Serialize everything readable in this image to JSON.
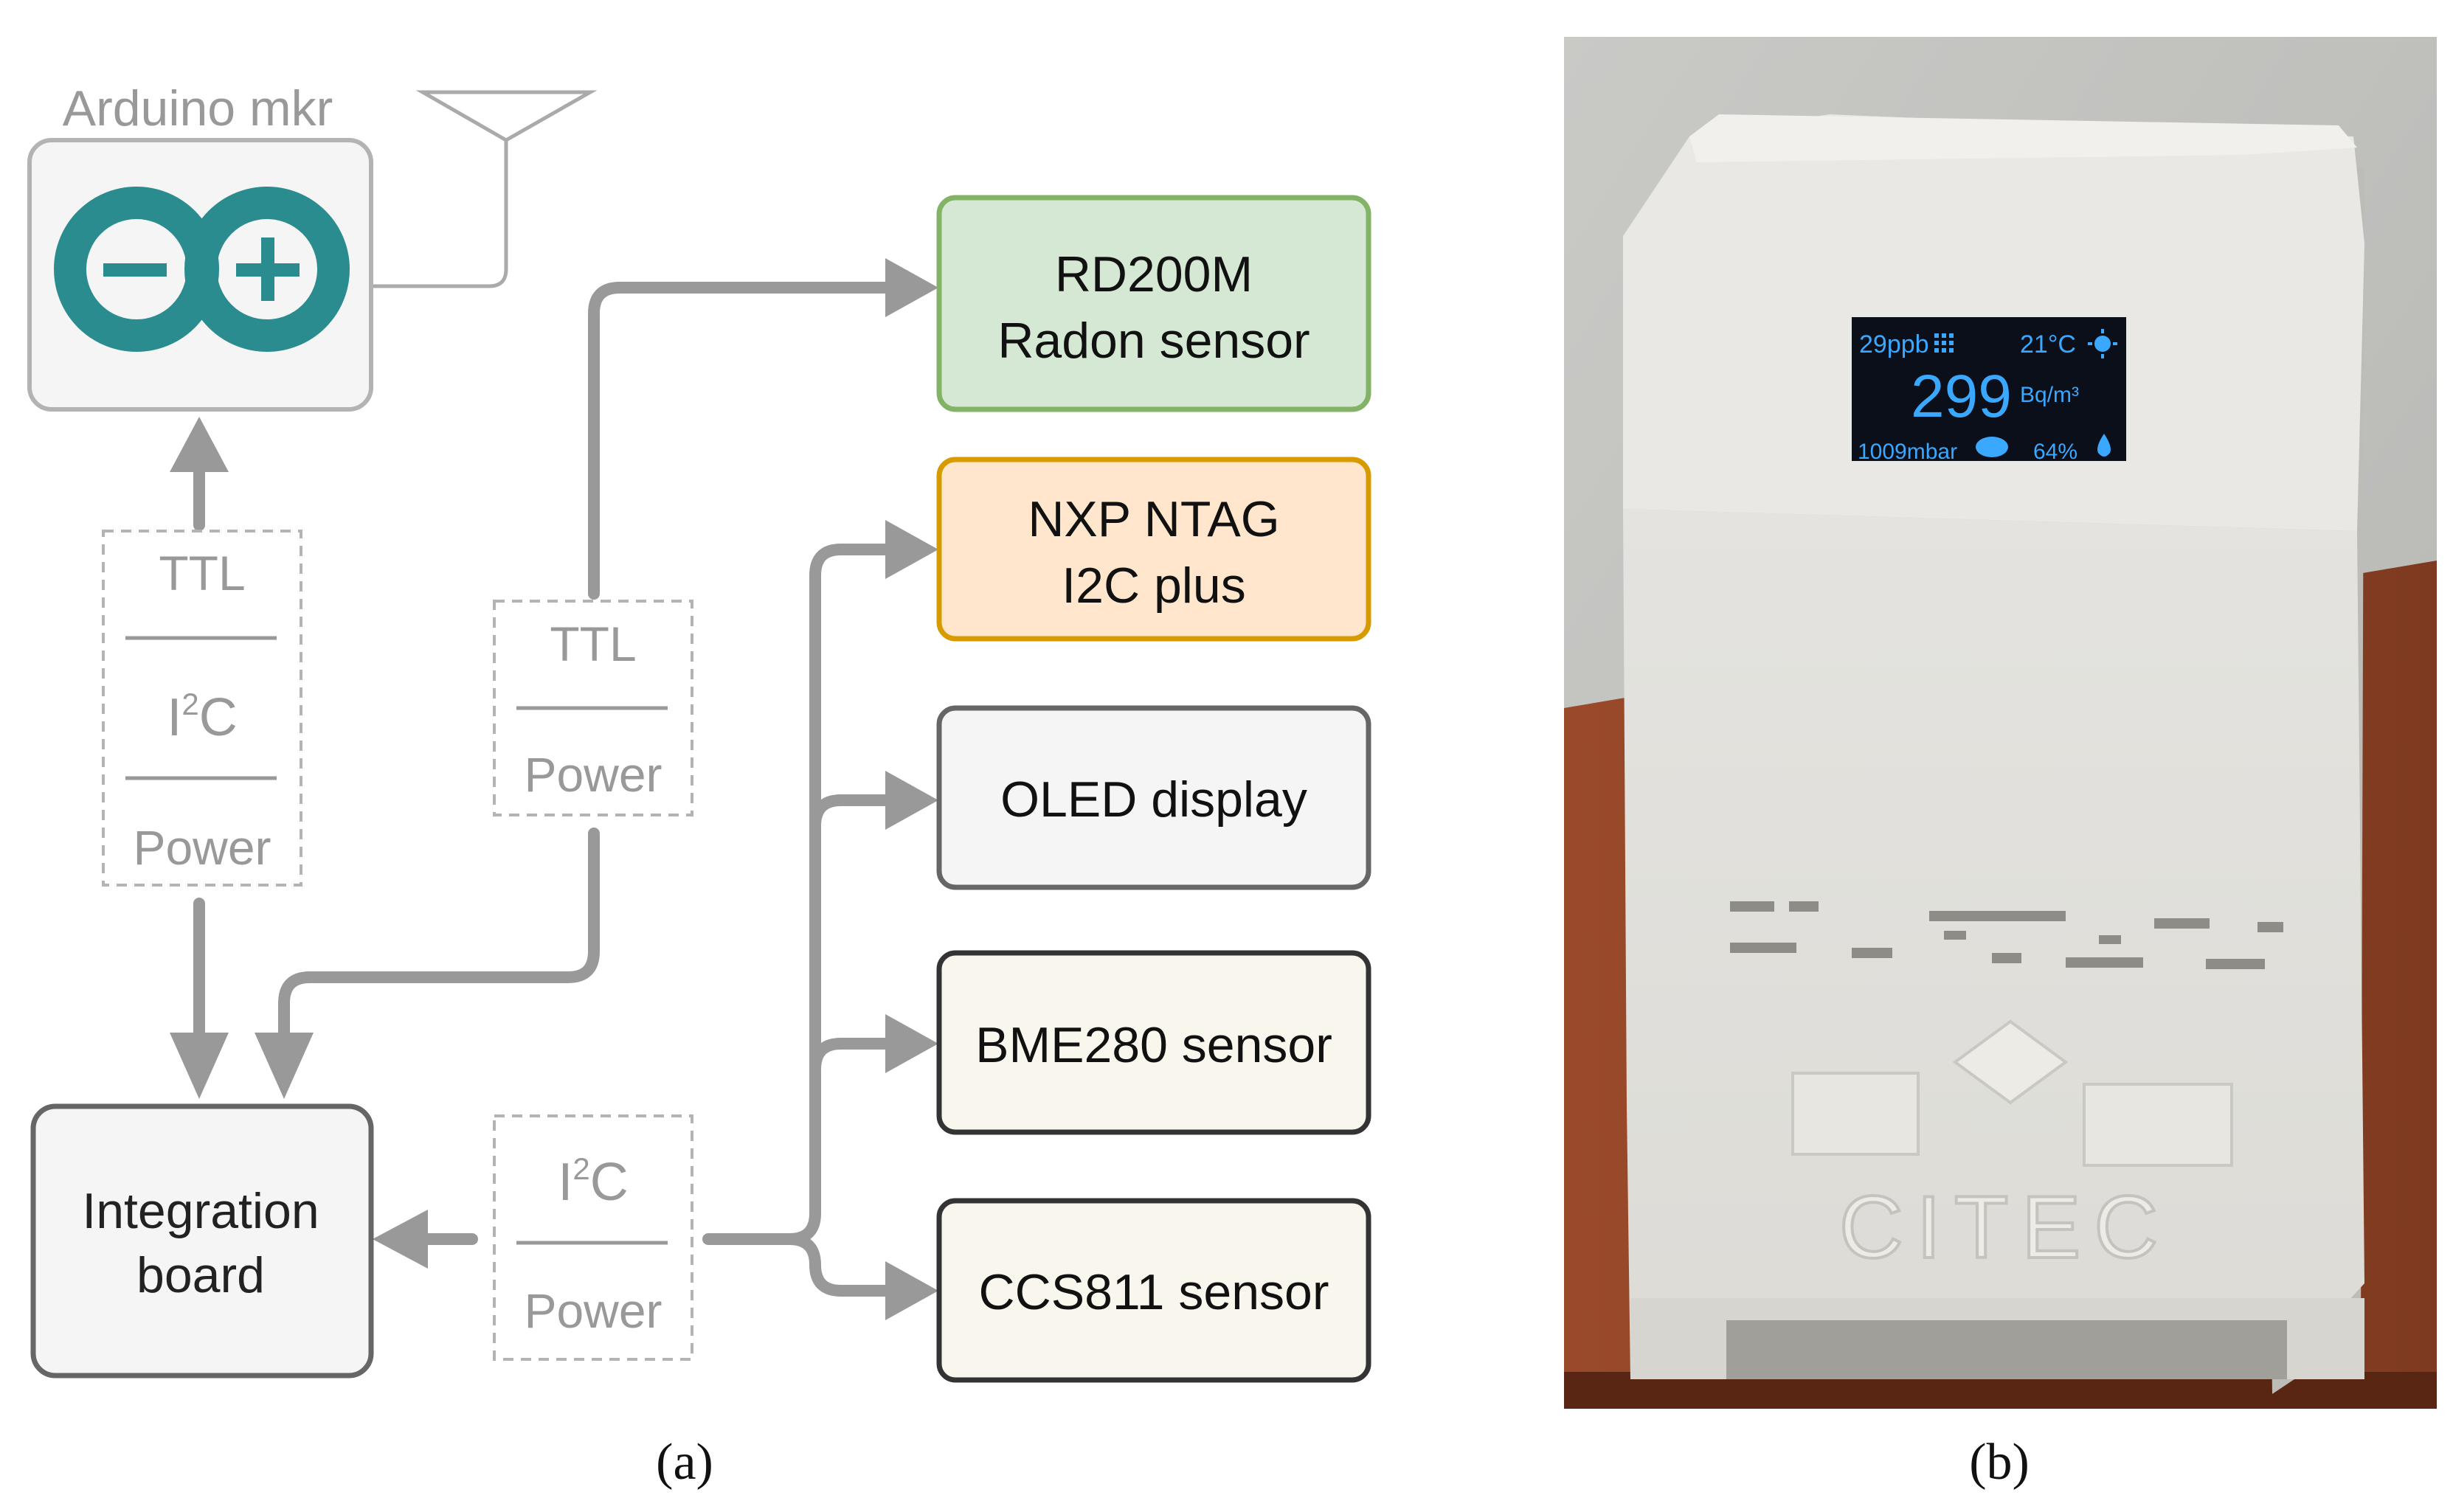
{
  "diagram": {
    "arduino": {
      "title": "Arduino mkr",
      "logo": "arduino-infinity-logo"
    },
    "antenna": {
      "icon": "antenna-icon"
    },
    "left_bus": {
      "line1": "TTL",
      "line2_base": "I",
      "line2_sup": "2",
      "line2_rest": "C",
      "line3": "Power"
    },
    "mid_bus": {
      "line1": "TTL",
      "line2": "Power"
    },
    "bottom_bus": {
      "line1_base": "I",
      "line1_sup": "2",
      "line1_rest": "C",
      "line2": "Power"
    },
    "integration": {
      "line1": "Integration",
      "line2": "board"
    },
    "modules": {
      "radon": {
        "line1": "RD200M",
        "line2": "Radon sensor"
      },
      "ntag": {
        "line1": "NXP NTAG",
        "line2": "I2C plus"
      },
      "oled": {
        "label": "OLED display"
      },
      "bme": {
        "label": "BME280 sensor"
      },
      "ccs": {
        "label": "CCS811 sensor"
      }
    },
    "colors": {
      "arrow": "#999999",
      "radon_fill": "#d5e8d4",
      "radon_stroke": "#82b366",
      "ntag_fill": "#ffe6cc",
      "ntag_stroke": "#d79b00",
      "oled_fill": "#f5f5f5",
      "sensor_fill": "#f9f7ed",
      "arduino_teal": "#2b8c90"
    }
  },
  "photo": {
    "display": {
      "ppb": "29ppb",
      "temp": "21°C",
      "main_value": "299",
      "main_unit": "Bq/m³",
      "pressure": "1009mbar",
      "humidity": "64%"
    },
    "logo_text": "CITEC"
  },
  "captions": {
    "a": "(a)",
    "b": "(b)"
  }
}
